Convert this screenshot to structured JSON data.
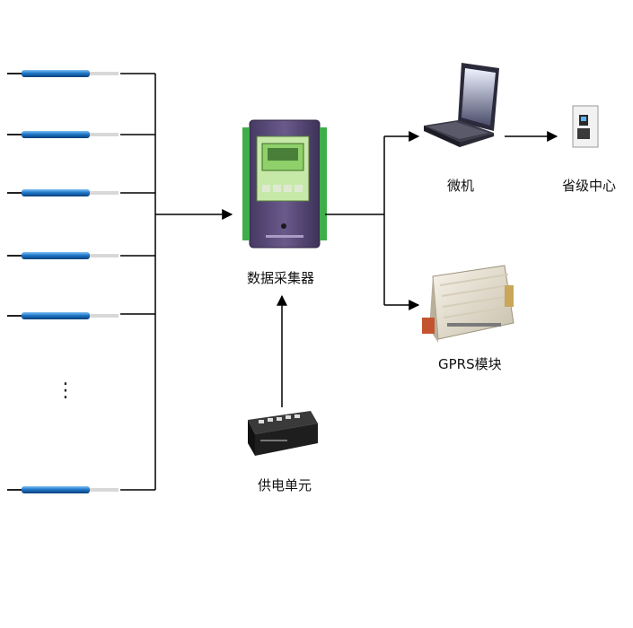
{
  "diagram": {
    "collector_label": "数据采集器",
    "power_label": "供电单元",
    "computer_label": "微机",
    "provincial_center_label": "省级中心",
    "gprs_label": "GPRS模块",
    "ellipsis": "⋮"
  },
  "colors": {
    "line": "#000000",
    "sensor_body": "#1f78c8",
    "collector_body": "#5a4a78",
    "collector_screen": "#8fd06a",
    "terminal_green": "#3fae4a",
    "gprs_body": "#e6dfd0"
  },
  "icons": {
    "sensor": "sensor-probe-icon",
    "collector": "data-collector-device-icon",
    "computer": "laptop-icon",
    "provincial_center": "server-station-icon",
    "gprs": "gprs-modem-icon",
    "power": "power-supply-box-icon"
  }
}
